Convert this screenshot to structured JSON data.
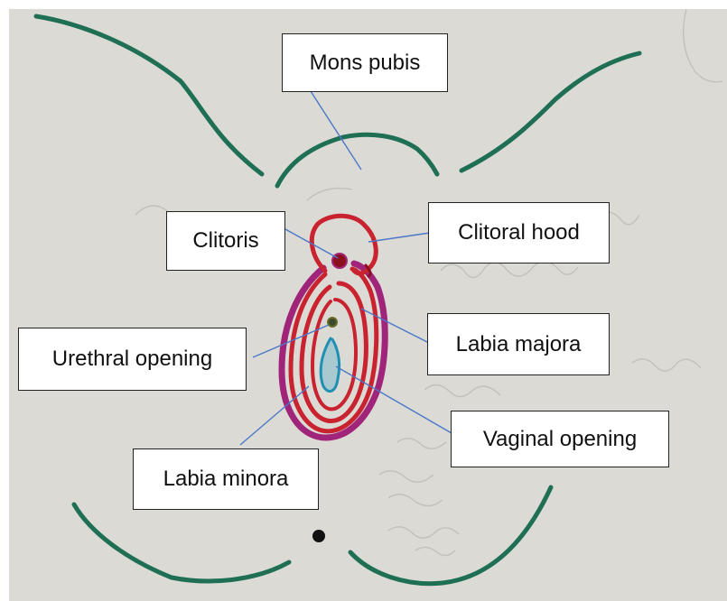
{
  "colors": {
    "paper": "#dcdad5",
    "paper_edge": "#ffffff",
    "outline_green": "#1e6f54",
    "labia_red": "#c8232e",
    "labia_purple": "#a0257a",
    "clitoris_dark": "#8a1020",
    "urethra_green": "#3b4a2a",
    "vaginal_blue": "#1f8fb4",
    "anus_black": "#111111",
    "leader_line": "#4a78c8",
    "faded_pencil": "#b9b6b0"
  },
  "labels": {
    "mons_pubis": "Mons pubis",
    "clitoris": "Clitoris",
    "clitoral_hood": "Clitoral hood",
    "urethral_opening": "Urethral opening",
    "labia_majora": "Labia majora",
    "vaginal_opening": "Vaginal opening",
    "labia_minora": "Labia minora"
  }
}
